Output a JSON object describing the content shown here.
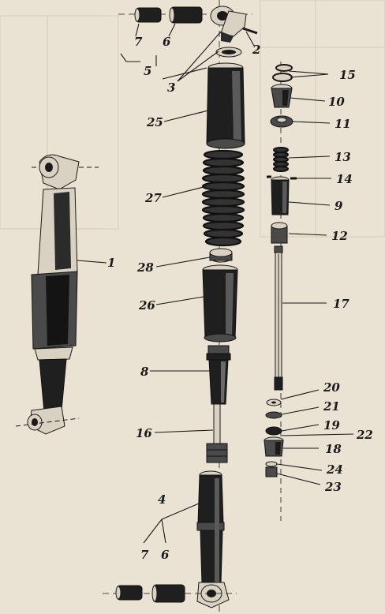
{
  "diagram": {
    "labels": {
      "l1": "1",
      "l2": "2",
      "l3": "3",
      "l4": "4",
      "l5": "5",
      "l6_top": "6",
      "l6_bot": "6",
      "l7_top": "7",
      "l7_bot": "7",
      "l8": "8",
      "l9": "9",
      "l10": "10",
      "l11": "11",
      "l12": "12",
      "l13": "13",
      "l14": "14",
      "l15": "15",
      "l16": "16",
      "l17": "17",
      "l18": "18",
      "l19": "19",
      "l20": "20",
      "l21": "21",
      "l22": "22",
      "l23": "23",
      "l24": "24",
      "l25": "25",
      "l26": "26",
      "l27": "27",
      "l28": "28"
    },
    "colors": {
      "paper": "#eae3d4",
      "ink": "#1a1a1a",
      "shade": "#2b2b2b"
    }
  }
}
